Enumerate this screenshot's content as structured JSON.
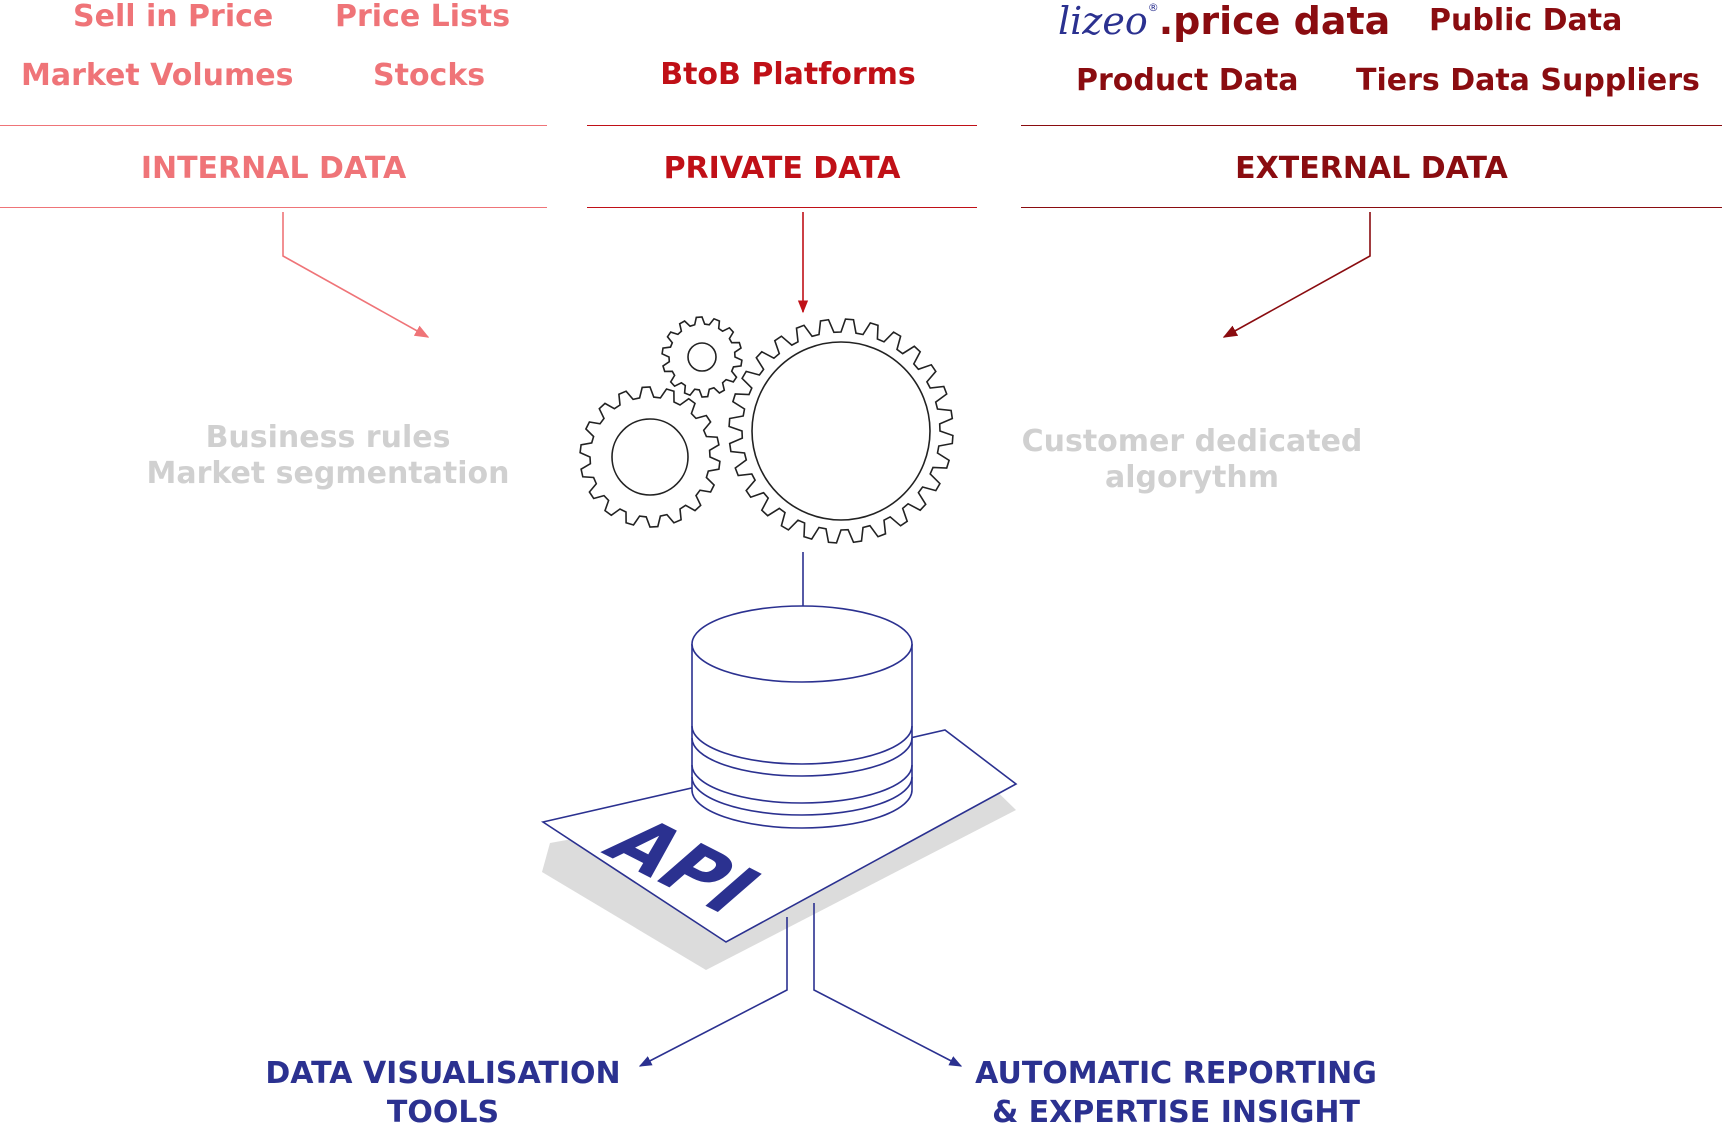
{
  "internal": {
    "items": [
      "Sell in Price",
      "Price Lists",
      "Market Volumes",
      "Stocks"
    ],
    "heading": "INTERNAL DATA",
    "color": "#ef7478"
  },
  "private": {
    "items": [
      "BtoB Platforms"
    ],
    "heading": "PRIVATE DATA",
    "color": "#c01017"
  },
  "external": {
    "brand_script": "lizeo",
    "brand_reg": "®",
    "brand_main": ".price data",
    "items": [
      "Public Data",
      "Product Data",
      "Tiers Data Suppliers"
    ],
    "heading": "EXTERNAL DATA",
    "color": "#8a0c10"
  },
  "processing": {
    "left_line1": "Business rules",
    "left_line2": "Market segmentation",
    "right_line1": "Customer dedicated",
    "right_line2": "algorythm"
  },
  "api": {
    "label": "API",
    "color": "#2b3190"
  },
  "outputs": {
    "left_line1": "DATA VISUALISATION",
    "left_line2": "TOOLS",
    "right_line1": "AUTOMATIC REPORTING",
    "right_line2": "& EXPERTISE INSIGHT"
  }
}
